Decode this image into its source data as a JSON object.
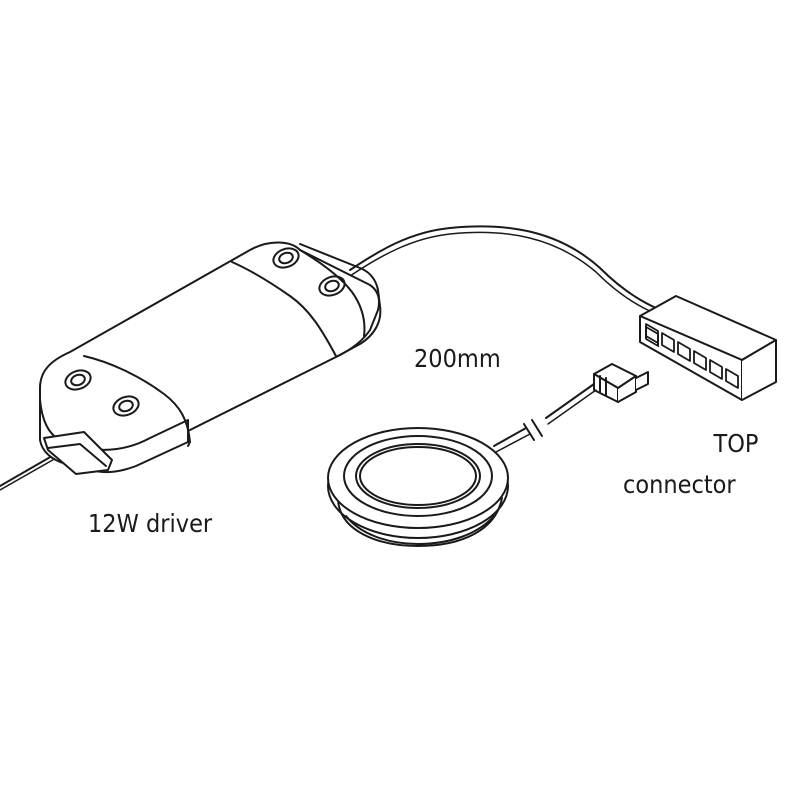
{
  "labels": {
    "driver": "12W driver",
    "cable_length": "200mm",
    "connector_line1": "TOP",
    "connector_line2": "connector"
  },
  "colors": {
    "line": "#1a1a1a",
    "background": "#ffffff",
    "shading": "#e6e6e6"
  },
  "icons": [
    "driver-icon",
    "connector-block-icon",
    "puck-light-icon",
    "plug-icon"
  ]
}
